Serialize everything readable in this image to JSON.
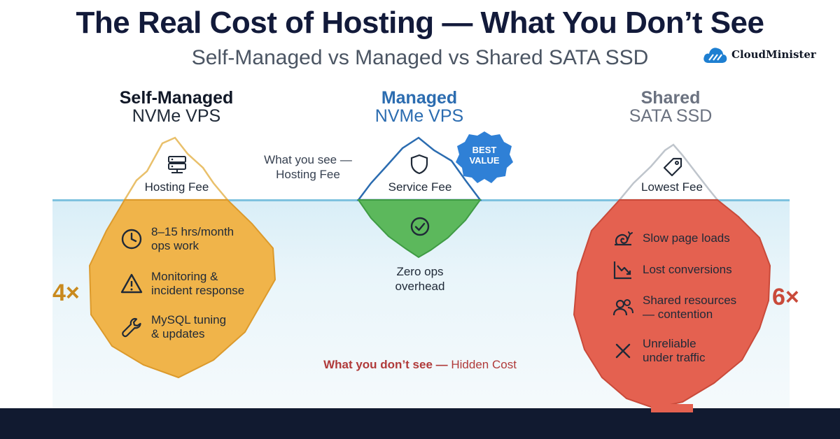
{
  "title": "The Real Cost of Hosting — What You Don’t See",
  "subtitle": "Self-Managed vs Managed vs Shared SATA SSD",
  "brand": {
    "name": "CloudMinister",
    "icon": "cloud-logo"
  },
  "columns": [
    {
      "title": "Self-Managed",
      "subtitle": "NVMe VPS",
      "tip_icon": "server-icon",
      "tip_label": "Hosting Fee",
      "multiplier": "4×",
      "hidden_items": [
        {
          "icon": "clock-icon",
          "line1": "8–15 hrs/month",
          "line2": "ops work"
        },
        {
          "icon": "warning-icon",
          "line1": "Monitoring &",
          "line2": "incident response"
        },
        {
          "icon": "wrench-icon",
          "line1": "MySQL tuning",
          "line2": "& updates"
        }
      ]
    },
    {
      "title": "Managed",
      "subtitle": "NVMe VPS",
      "tip_icon": "shield-icon",
      "tip_label": "Service Fee",
      "badge_line1": "BEST",
      "badge_line2": "VALUE",
      "hidden_icon": "check-circle-icon",
      "hidden_line1": "Zero ops",
      "hidden_line2": "overhead"
    },
    {
      "title": "Shared",
      "subtitle": "SATA SSD",
      "tip_icon": "tag-icon",
      "tip_label": "Lowest Fee",
      "multiplier": "6×",
      "hidden_items": [
        {
          "icon": "snail-icon",
          "line1": "Slow page loads",
          "line2": ""
        },
        {
          "icon": "chart-down-icon",
          "line1": "Lost conversions",
          "line2": ""
        },
        {
          "icon": "users-icon",
          "line1": "Shared resources",
          "line2": "— contention"
        },
        {
          "icon": "x-icon",
          "line1": "Unreliable",
          "line2": "under traffic"
        }
      ]
    }
  ],
  "annotations": {
    "see_line1": "What you see —",
    "see_line2": "Hosting Fee",
    "dont_see_strong": "What you don’t see —",
    "dont_see_rest": " Hidden Cost"
  },
  "colors": {
    "navy": "#121a3a",
    "managed_blue": "#2b6cb0",
    "orange": "#f0b44a",
    "green": "#5cb85c",
    "red": "#e46150",
    "water": "#d9eef7",
    "waterline": "#7ec2df",
    "footer": "#111a30"
  }
}
